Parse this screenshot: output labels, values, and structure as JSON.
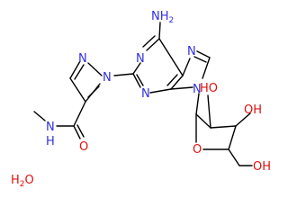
{
  "atoms": {
    "amino": "NH",
    "amino_sub": "2",
    "purine_n1": "N",
    "purine_n3": "N",
    "purine_n7": "N",
    "purine_n9": "N",
    "pyrazole_n1": "N",
    "pyrazole_n2": "N",
    "amide_n": "N",
    "amide_h": "H",
    "amide_o": "O",
    "ring_o": "O",
    "ho_2": "HO",
    "oh_3": "OH",
    "oh_5": "OH"
  },
  "water": {
    "h": "H",
    "sub": "2",
    "o": "O"
  },
  "colors": {
    "nitrogen": "#3030e0",
    "oxygen": "#e01010",
    "bond": "#000000",
    "background": "#ffffff"
  }
}
